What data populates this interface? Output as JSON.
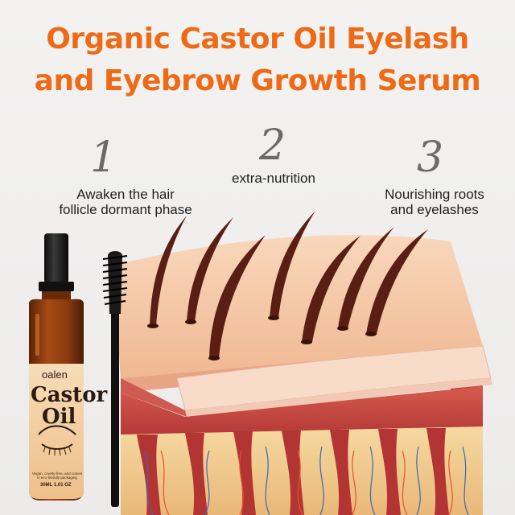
{
  "title": {
    "line1": "Organic Castor Oil Eyelash",
    "line2": "and Eyebrow Growth Serum"
  },
  "steps": [
    {
      "number": "1",
      "line1": "Awaken the hair",
      "line2": "follicle dormant phase"
    },
    {
      "number": "2",
      "line1": "extra-nutrition",
      "line2": ""
    },
    {
      "number": "3",
      "line1": "Nourishing roots",
      "line2": "and eyelashes"
    }
  ],
  "product": {
    "brand": "oalen",
    "name_line1": "Castor",
    "name_line2": "Oil",
    "fine_print_line1": "Vegan, cruelty-free, and comes",
    "fine_print_line2": "in eco-friendly packaging",
    "volume": "30ML 1.01 OZ"
  },
  "colors": {
    "title": "#ef6a16",
    "bottle": "#8a3a0e",
    "label": "#f3d2a8",
    "skin_top": "#f6c9a6",
    "dermis": "#c9433f",
    "hair": "#5a1f14"
  }
}
